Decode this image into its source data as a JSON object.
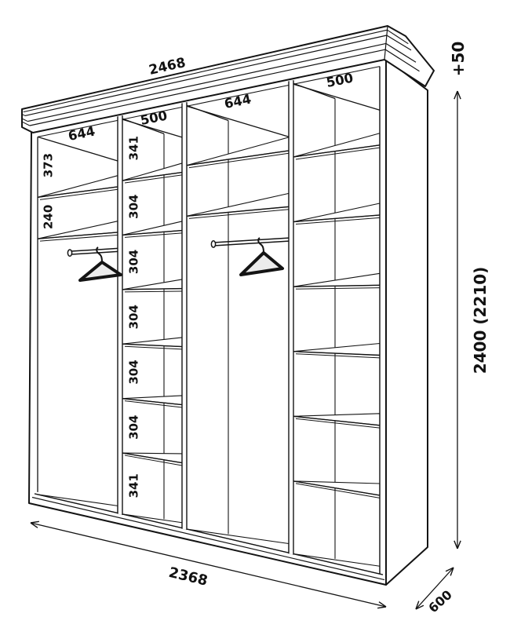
{
  "diagram": {
    "title": "wardrobe-interior-dimensions",
    "top_width": "2468",
    "bottom_width": "2368",
    "depth": "600",
    "height": "2400 (2210)",
    "crown_extra": "+50",
    "sections": [
      {
        "width": "644",
        "shelf_gaps": [
          "373",
          "240"
        ],
        "has_rod": true
      },
      {
        "width": "500",
        "shelf_gaps": [
          "341",
          "304",
          "304",
          "304",
          "304",
          "304",
          "341"
        ],
        "has_rod": false
      },
      {
        "width": "644",
        "shelf_gaps": [],
        "has_rod": true
      },
      {
        "width": "500",
        "shelf_gaps": [],
        "has_rod": false
      }
    ]
  }
}
